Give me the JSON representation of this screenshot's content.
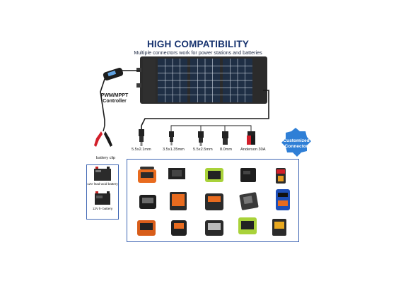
{
  "header": {
    "title": "HIGH COMPATIBILITY",
    "subtitle": "Multiple connectors work for power stations and batteries"
  },
  "controller": {
    "label_line1": "PWM/MPPT",
    "label_line2": "Controller"
  },
  "battery_clip": {
    "label": "battery clip"
  },
  "connectors": [
    {
      "label": "5.5x2.1mm"
    },
    {
      "label": "3.5x1.35mm"
    },
    {
      "label": "5.5x2.5mm"
    },
    {
      "label": "8.0mm"
    },
    {
      "label": "Anderson 30A"
    }
  ],
  "badge": {
    "line1": "Customized",
    "line2": "Connector"
  },
  "batteries": [
    {
      "caption": "12V lead-acid battery"
    },
    {
      "caption": "12V li- battery"
    }
  ],
  "colors": {
    "title": "#16326e",
    "accent_blue": "#3f66b4",
    "badge": "#2f7fd6",
    "panel_frame": "#2b2b2b",
    "cell": "#1f2f45",
    "orange": "#e86b1f",
    "lime": "#a9d23a",
    "clip_red": "#d21f2a"
  }
}
